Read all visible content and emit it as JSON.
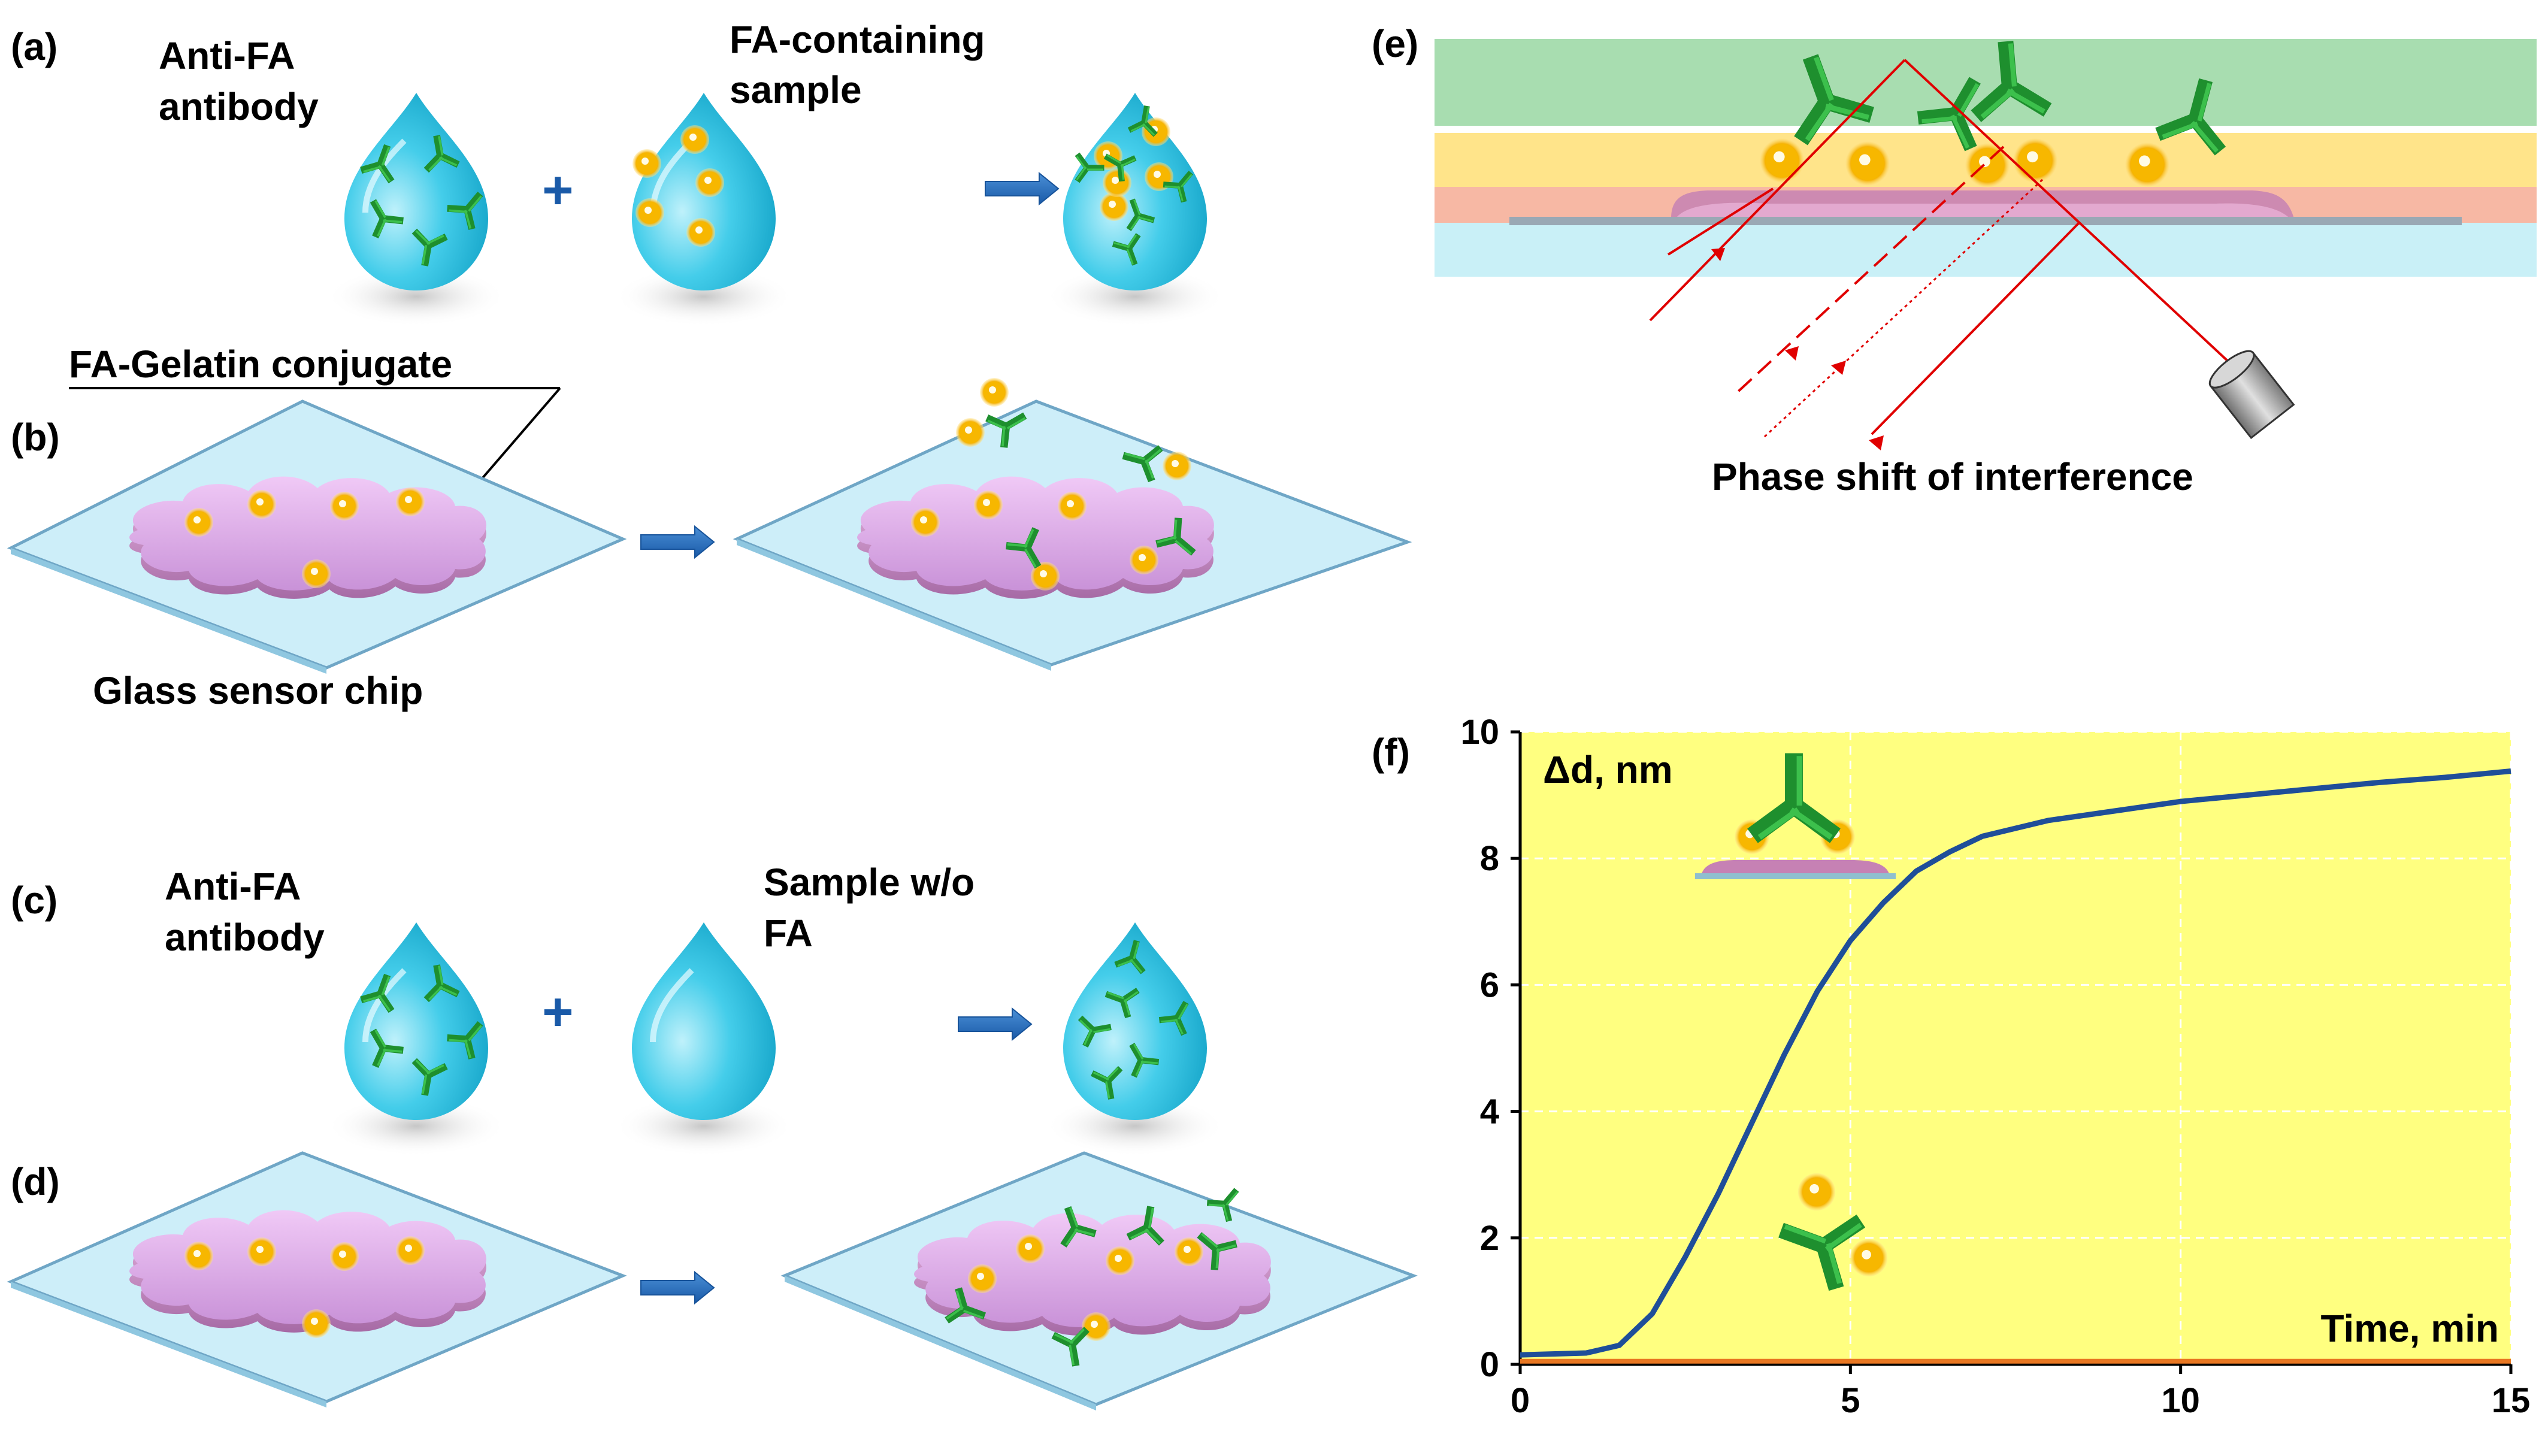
{
  "panels": {
    "a": {
      "tag": "(a)",
      "drop1_label_line1": "Anti-FA",
      "drop1_label_line2": "antibody",
      "drop2_label_line1": "FA-containing",
      "drop2_label_line2": "sample"
    },
    "b": {
      "tag": "(b)",
      "conjugate_label": "FA-Gelatin conjugate",
      "chip_label": "Glass sensor chip"
    },
    "c": {
      "tag": "(c)",
      "drop1_label_line1": "Anti-FA",
      "drop1_label_line2": "antibody",
      "drop2_label_line1": "Sample w/o",
      "drop2_label_line2": "FA"
    },
    "d": {
      "tag": "(d)"
    },
    "e": {
      "tag": "(e)",
      "caption": "Phase shift of interference"
    },
    "f": {
      "tag": "(f)"
    }
  },
  "colors": {
    "drop": "#29c4e6",
    "antibody": "#1e8f2e",
    "folic_acid": "#f5b800",
    "gelatin": "#d9a6e8",
    "chip": "#c9ecf7",
    "laser": "#e00000",
    "plot_bg": "#ffff80",
    "curve_positive": "#1f4e99",
    "curve_negative": "#e87722"
  },
  "chart_data": {
    "type": "line",
    "ylabel": "Δd, nm",
    "xlabel": "Time, min",
    "xlim": [
      0,
      15
    ],
    "ylim": [
      0,
      10
    ],
    "xticks": [
      0,
      5,
      10,
      15
    ],
    "yticks": [
      0,
      2,
      4,
      6,
      8,
      10
    ],
    "grid": true,
    "series": [
      {
        "color": "#1f4e99",
        "x": [
          0,
          1,
          1.5,
          2,
          2.5,
          3,
          3.5,
          4,
          4.5,
          5,
          5.5,
          6,
          6.5,
          7,
          8,
          9,
          10,
          11,
          12,
          13,
          14,
          15
        ],
        "y": [
          0.15,
          0.18,
          0.3,
          0.8,
          1.7,
          2.7,
          3.8,
          4.9,
          5.9,
          6.7,
          7.3,
          7.8,
          8.1,
          8.35,
          8.6,
          8.75,
          8.9,
          9.0,
          9.1,
          9.2,
          9.28,
          9.38
        ]
      },
      {
        "color": "#e87722",
        "x": [
          0,
          5,
          10,
          15
        ],
        "y": [
          0.05,
          0.05,
          0.05,
          0.05
        ]
      }
    ]
  }
}
